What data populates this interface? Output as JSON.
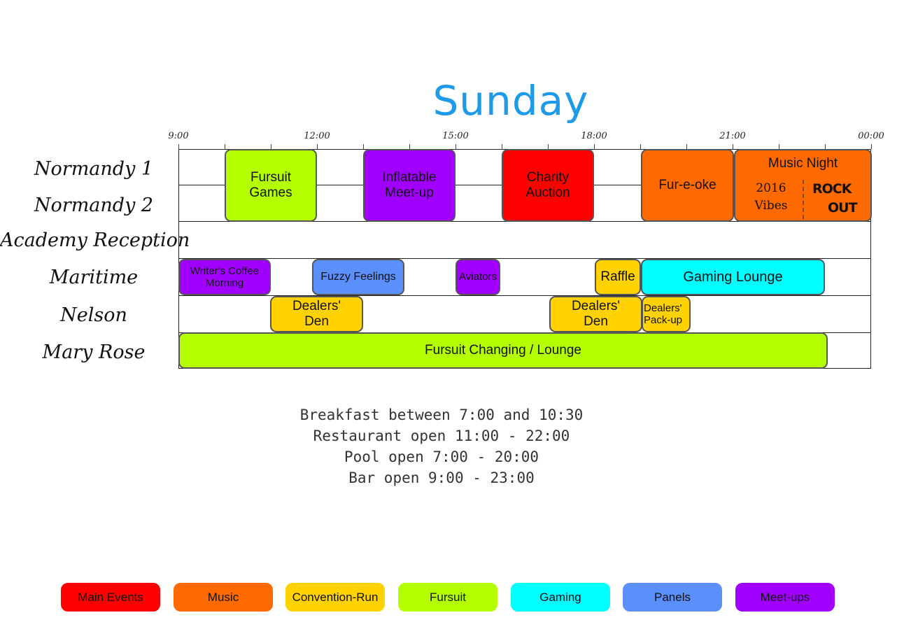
{
  "title": "Sunday",
  "time_labels": [
    "9:00",
    "12:00",
    "15:00",
    "18:00",
    "21:00",
    "00:00"
  ],
  "rooms": [
    "Normandy 1",
    "Normandy 2",
    "Academy Reception",
    "Maritime",
    "Nelson",
    "Mary Rose"
  ],
  "events": {
    "fursuit_games": "Fursuit Games",
    "inflatable": "Inflatable Meet-up",
    "charity": "Charity Auction",
    "fureoke": "Fur-e-oke",
    "music_night": {
      "title": "Music Night",
      "left_line1": "2016",
      "left_line2": "Vibes",
      "right_line1": "ROCK",
      "right_line2": "OUT"
    },
    "writers": "Writer's Coffee Morning",
    "fuzzy": "Fuzzy Feelings",
    "aviators": "Aviators",
    "raffle": "Raffle",
    "gaming_lounge": "Gaming Lounge",
    "dealers_den_1": "Dealers' Den",
    "dealers_den_2": "Dealers' Den",
    "dealers_packup": "Dealers' Pack-up",
    "fursuit_lounge": "Fursuit Changing / Lounge"
  },
  "info_lines": [
    "Breakfast between 7:00 and 10:30",
    "Restaurant open 11:00 - 22:00",
    "Pool open 7:00 - 20:00",
    "Bar open 9:00 - 23:00"
  ],
  "legend": [
    {
      "label": "Main Events",
      "color": "#ff0000"
    },
    {
      "label": "Music",
      "color": "#ff6a00"
    },
    {
      "label": "Convention-Run",
      "color": "#ffd200"
    },
    {
      "label": "Fursuit",
      "color": "#b4ff00"
    },
    {
      "label": "Gaming",
      "color": "#00ffff"
    },
    {
      "label": "Panels",
      "color": "#5b8ff9"
    },
    {
      "label": "Meet-ups",
      "color": "#a100ff"
    }
  ],
  "colors": {
    "main_events": "#ff0000",
    "music": "#ff6a00",
    "convention_run": "#ffd200",
    "fursuit": "#b4ff00",
    "gaming": "#00ffff",
    "panels": "#5b8ff9",
    "meetups": "#a100ff",
    "title": "#1e9be8"
  }
}
